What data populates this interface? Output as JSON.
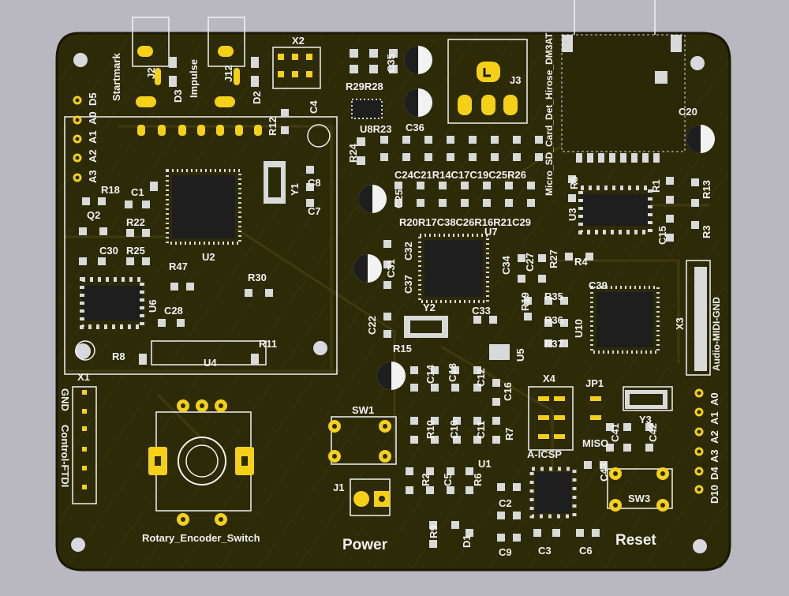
{
  "colors": {
    "background": "#b9b8c1",
    "board": "#2d2a08",
    "board_edge": "#1a1804",
    "trace": "#3d3a10",
    "copper": "#d8d9d9",
    "gold": "#f4d116",
    "silkscreen": "#f2f2f2",
    "ic": "#202020",
    "hole": "#d9d8e0"
  },
  "silkscreen": {
    "startmark": "Startmark",
    "impulse": "Impulse",
    "j2": "J2",
    "j12": "J12",
    "d3": "D3",
    "d2": "D2",
    "x2": "X2",
    "c35": "C35",
    "r29r28": "R29R28",
    "u8r23": "U8R23",
    "c36": "C36",
    "j3": "J3",
    "sd_card": "Micro_SD_Card_Det_Hirose_DM3AT",
    "c20": "C20",
    "d5": "D5",
    "a0": "A0",
    "a1": "A1",
    "a2": "A2",
    "a3": "A3",
    "r12": "R12",
    "c4": "C4",
    "r24": "R24",
    "cap_row_top": "C24C21R14C17C19C25R26",
    "r5": "R5",
    "r1": "R1",
    "r13": "R13",
    "r18": "R18",
    "c1": "C1",
    "y1": "Y1",
    "c8": "C8",
    "c7": "C7",
    "q2": "Q2",
    "r22": "R22",
    "c25": "C25",
    "res_row": "R20R17C38C26R16R21C29",
    "u3": "U3",
    "c15": "C15",
    "r3": "R3",
    "u7": "U7",
    "c30": "C30",
    "r25": "R25",
    "u2": "U2",
    "c32": "C32",
    "c31": "C31",
    "c34": "C34",
    "c27": "C27",
    "r27": "R27",
    "r4": "R4",
    "r47": "R47",
    "r30": "R30",
    "c37": "C37",
    "c39": "C39",
    "x3": "X3",
    "x3_pins": "Audio-MIDI-GND",
    "u6": "U6",
    "c28": "C28",
    "r19": "R19",
    "r35": "R35",
    "r36": "R36",
    "r37": "R37",
    "u10": "U10",
    "y2": "Y2",
    "c33": "C33",
    "c22": "C22",
    "r8": "R8",
    "r11": "R11",
    "u4": "U4",
    "r15": "R15",
    "u5": "U5",
    "c14": "C14",
    "c18": "C18",
    "c12": "C12",
    "c16": "C16",
    "x1": "X1",
    "gnd": "GND",
    "control_ftdi": "Control-FTDI",
    "sw1": "SW1",
    "x4": "X4",
    "jp1": "JP1",
    "y3": "Y3",
    "r10": "R10",
    "c10": "C10",
    "c11": "C11",
    "r7": "R7",
    "miso": "MISO",
    "c41": "C41",
    "c42": "C42",
    "a0_r": "A0",
    "a1_r": "A1",
    "a2_r": "A2",
    "a3_r": "A3",
    "d4_r": "D4",
    "d10_r": "D10",
    "u1": "U1",
    "a_icsp": "A-ICSP",
    "r2": "R2",
    "c5": "C5",
    "r6": "R6",
    "c43": "C43",
    "sw3": "SW3",
    "j1": "J1",
    "c2": "C2",
    "r9": "R9",
    "d1": "D1",
    "c9": "C9",
    "c3": "C3",
    "c6": "C6",
    "rotary": "Rotary_Encoder_Switch",
    "power": "Power",
    "reset": "Reset"
  }
}
